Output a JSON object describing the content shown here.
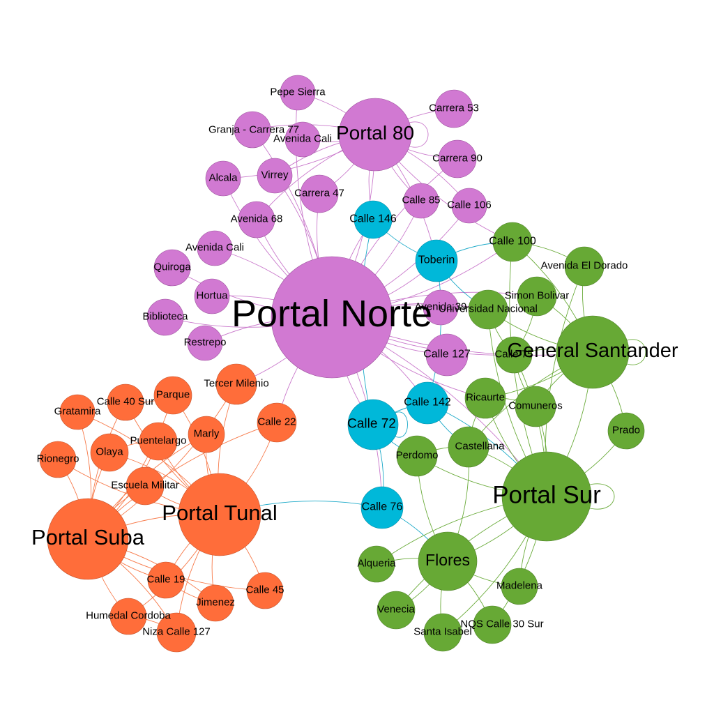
{
  "graph": {
    "groups": {
      "purple": {
        "fill": "#D179D2",
        "stroke": "#9a4f9b",
        "edge": "#C978CB"
      },
      "cyan": {
        "fill": "#00B8D9",
        "stroke": "#0089a3",
        "edge": "#1BA9C8"
      },
      "green": {
        "fill": "#67A935",
        "stroke": "#4c7f26",
        "edge": "#6AAB3A"
      },
      "orange": {
        "fill": "#FF6D3A",
        "stroke": "#c4512a",
        "edge": "#F77A4A"
      }
    },
    "nodes": [
      {
        "id": "portal_norte",
        "label": "Portal Norte",
        "group": "purple"
      },
      {
        "id": "portal_80",
        "label": "Portal 80",
        "group": "purple"
      },
      {
        "id": "pepe_sierra",
        "label": "Pepe Sierra",
        "group": "purple"
      },
      {
        "id": "carrera_53",
        "label": "Carrera 53",
        "group": "purple"
      },
      {
        "id": "granja_77",
        "label": "Granja - Carrera 77",
        "group": "purple"
      },
      {
        "id": "avenida_cali_top",
        "label": "Avenida  Cali",
        "group": "purple"
      },
      {
        "id": "carrera_90",
        "label": "Carrera 90",
        "group": "purple"
      },
      {
        "id": "alcala",
        "label": "Alcala",
        "group": "purple"
      },
      {
        "id": "virrey",
        "label": "Virrey",
        "group": "purple"
      },
      {
        "id": "carrera_47",
        "label": "Carrera 47",
        "group": "purple"
      },
      {
        "id": "calle_85",
        "label": "Calle 85",
        "group": "purple"
      },
      {
        "id": "calle_106",
        "label": "Calle 106",
        "group": "purple"
      },
      {
        "id": "avenida_68",
        "label": "Avenida 68",
        "group": "purple"
      },
      {
        "id": "avenida_cali",
        "label": "Avenida Cali",
        "group": "purple"
      },
      {
        "id": "quiroga",
        "label": "Quiroga",
        "group": "purple"
      },
      {
        "id": "hortua",
        "label": "Hortua",
        "group": "purple"
      },
      {
        "id": "biblioteca",
        "label": "Biblioteca",
        "group": "purple"
      },
      {
        "id": "restrepo",
        "label": "Restrepo",
        "group": "purple"
      },
      {
        "id": "avenida_39",
        "label": "Avenida 39",
        "group": "purple"
      },
      {
        "id": "calle_127",
        "label": "Calle 127",
        "group": "purple"
      },
      {
        "id": "calle_146",
        "label": "Calle 146",
        "group": "cyan"
      },
      {
        "id": "toberin",
        "label": "Toberin",
        "group": "cyan"
      },
      {
        "id": "calle_142",
        "label": "Calle 142",
        "group": "cyan"
      },
      {
        "id": "calle_72",
        "label": "Calle 72",
        "group": "cyan"
      },
      {
        "id": "calle_76",
        "label": "Calle 76",
        "group": "cyan"
      },
      {
        "id": "calle_100",
        "label": "Calle 100",
        "group": "green"
      },
      {
        "id": "avenida_el_dorado",
        "label": "Avenida El Dorado",
        "group": "green"
      },
      {
        "id": "simon_bolivar",
        "label": "Simon Bolivar",
        "group": "green"
      },
      {
        "id": "universidad_nacional",
        "label": "Universidad Nacional",
        "group": "green"
      },
      {
        "id": "general_santander",
        "label": "General Santander",
        "group": "green"
      },
      {
        "id": "calle_75",
        "label": "Calle 75",
        "group": "green"
      },
      {
        "id": "ricaurte",
        "label": "Ricaurte",
        "group": "green"
      },
      {
        "id": "comuneros",
        "label": "Comuneros",
        "group": "green"
      },
      {
        "id": "prado",
        "label": "Prado",
        "group": "green"
      },
      {
        "id": "castellana",
        "label": "Castellana",
        "group": "green"
      },
      {
        "id": "perdomo",
        "label": "Perdomo",
        "group": "green"
      },
      {
        "id": "portal_sur",
        "label": "Portal Sur",
        "group": "green"
      },
      {
        "id": "flores",
        "label": "Flores",
        "group": "green"
      },
      {
        "id": "alqueria",
        "label": "Alqueria",
        "group": "green"
      },
      {
        "id": "madelena",
        "label": "Madelena",
        "group": "green"
      },
      {
        "id": "venecia",
        "label": "Venecia",
        "group": "green"
      },
      {
        "id": "nqs_calle_30",
        "label": "NQS Calle 30 Sur",
        "group": "green"
      },
      {
        "id": "santa_isabel",
        "label": "Santa Isabel",
        "group": "green"
      },
      {
        "id": "tercer_milenio",
        "label": "Tercer Milenio",
        "group": "orange"
      },
      {
        "id": "parque",
        "label": "Parque",
        "group": "orange"
      },
      {
        "id": "calle_40_sur",
        "label": "Calle 40 Sur",
        "group": "orange"
      },
      {
        "id": "gratamira",
        "label": "Gratamira",
        "group": "orange"
      },
      {
        "id": "calle_22",
        "label": "Calle 22",
        "group": "orange"
      },
      {
        "id": "marly",
        "label": "Marly",
        "group": "orange"
      },
      {
        "id": "puentelargo",
        "label": "Puentelargo",
        "group": "orange"
      },
      {
        "id": "olaya",
        "label": "Olaya",
        "group": "orange"
      },
      {
        "id": "rionegro",
        "label": "Rionegro",
        "group": "orange"
      },
      {
        "id": "escuela_militar",
        "label": "Escuela Militar",
        "group": "orange"
      },
      {
        "id": "portal_tunal",
        "label": "Portal Tunal",
        "group": "orange"
      },
      {
        "id": "portal_suba",
        "label": "Portal Suba",
        "group": "orange"
      },
      {
        "id": "calle_19",
        "label": "Calle 19",
        "group": "orange"
      },
      {
        "id": "calle_45",
        "label": "Calle 45",
        "group": "orange"
      },
      {
        "id": "jimenez",
        "label": "Jimenez",
        "group": "orange"
      },
      {
        "id": "humedal_cordoba",
        "label": "Humedal Cordoba",
        "group": "orange"
      },
      {
        "id": "niza_127",
        "label": "Niza Calle 127",
        "group": "orange"
      }
    ],
    "edges": [
      [
        "portal_80",
        "pepe_sierra"
      ],
      [
        "portal_80",
        "carrera_53"
      ],
      [
        "portal_80",
        "granja_77"
      ],
      [
        "portal_80",
        "avenida_cali_top"
      ],
      [
        "portal_80",
        "carrera_90"
      ],
      [
        "portal_80",
        "alcala"
      ],
      [
        "portal_80",
        "virrey"
      ],
      [
        "portal_80",
        "carrera_47"
      ],
      [
        "portal_80",
        "calle_85"
      ],
      [
        "portal_80",
        "calle_106"
      ],
      [
        "portal_80",
        "avenida_68"
      ],
      [
        "portal_80",
        "portal_norte"
      ],
      [
        "portal_80",
        "calle_146"
      ],
      [
        "portal_80",
        "toberin"
      ],
      [
        "portal_80",
        "calle_100"
      ],
      [
        "portal_norte",
        "avenida_68"
      ],
      [
        "portal_norte",
        "avenida_cali"
      ],
      [
        "portal_norte",
        "quiroga"
      ],
      [
        "portal_norte",
        "hortua"
      ],
      [
        "portal_norte",
        "biblioteca"
      ],
      [
        "portal_norte",
        "restrepo"
      ],
      [
        "portal_norte",
        "alcala"
      ],
      [
        "portal_norte",
        "virrey"
      ],
      [
        "portal_norte",
        "carrera_47"
      ],
      [
        "portal_norte",
        "granja_77"
      ],
      [
        "portal_norte",
        "pepe_sierra"
      ],
      [
        "portal_norte",
        "calle_85"
      ],
      [
        "portal_norte",
        "avenida_39"
      ],
      [
        "portal_norte",
        "calle_127"
      ],
      [
        "portal_norte",
        "calle_146"
      ],
      [
        "portal_norte",
        "toberin"
      ],
      [
        "portal_norte",
        "calle_142"
      ],
      [
        "portal_norte",
        "calle_72"
      ],
      [
        "portal_norte",
        "calle_76"
      ],
      [
        "portal_norte",
        "general_santander"
      ],
      [
        "portal_norte",
        "universidad_nacional"
      ],
      [
        "portal_norte",
        "calle_75"
      ],
      [
        "portal_norte",
        "tercer_milenio"
      ],
      [
        "portal_norte",
        "calle_22"
      ],
      [
        "portal_norte",
        "portal_sur"
      ],
      [
        "portal_norte",
        "ricaurte"
      ],
      [
        "portal_norte",
        "simon_bolivar"
      ],
      [
        "portal_norte",
        "calle_100"
      ],
      [
        "portal_norte",
        "carrera_90"
      ],
      [
        "portal_norte",
        "calle_106"
      ],
      [
        "toberin",
        "calle_100"
      ],
      [
        "toberin",
        "universidad_nacional"
      ],
      [
        "toberin",
        "calle_146"
      ],
      [
        "calle_146",
        "calle_72"
      ],
      [
        "calle_72",
        "calle_142"
      ],
      [
        "calle_142",
        "toberin"
      ],
      [
        "calle_72",
        "calle_76"
      ],
      [
        "calle_76",
        "portal_tunal"
      ],
      [
        "calle_76",
        "flores"
      ],
      [
        "calle_72",
        "perdomo"
      ],
      [
        "calle_142",
        "portal_sur"
      ],
      [
        "calle_142",
        "castellana"
      ],
      [
        "general_santander",
        "portal_sur"
      ],
      [
        "general_santander",
        "calle_100"
      ],
      [
        "general_santander",
        "avenida_el_dorado"
      ],
      [
        "general_santander",
        "simon_bolivar"
      ],
      [
        "general_santander",
        "prado"
      ],
      [
        "general_santander",
        "comuneros"
      ],
      [
        "general_santander",
        "ricaurte"
      ],
      [
        "general_santander",
        "calle_75"
      ],
      [
        "general_santander",
        "universidad_nacional"
      ],
      [
        "general_santander",
        "castellana"
      ],
      [
        "portal_sur",
        "calle_100"
      ],
      [
        "portal_sur",
        "prado"
      ],
      [
        "portal_sur",
        "flores"
      ],
      [
        "portal_sur",
        "madelena"
      ],
      [
        "portal_sur",
        "nqs_calle_30"
      ],
      [
        "portal_sur",
        "castellana"
      ],
      [
        "portal_sur",
        "perdomo"
      ],
      [
        "portal_sur",
        "comuneros"
      ],
      [
        "portal_sur",
        "ricaurte"
      ],
      [
        "portal_sur",
        "calle_75"
      ],
      [
        "portal_sur",
        "universidad_nacional"
      ],
      [
        "portal_sur",
        "venecia"
      ],
      [
        "portal_sur",
        "santa_isabel"
      ],
      [
        "portal_sur",
        "alqueria"
      ],
      [
        "portal_sur",
        "avenida_el_dorado"
      ],
      [
        "flores",
        "alqueria"
      ],
      [
        "flores",
        "venecia"
      ],
      [
        "flores",
        "santa_isabel"
      ],
      [
        "flores",
        "nqs_calle_30"
      ],
      [
        "flores",
        "madelena"
      ],
      [
        "flores",
        "perdomo"
      ],
      [
        "flores",
        "castellana"
      ],
      [
        "castellana",
        "ricaurte"
      ],
      [
        "castellana",
        "perdomo"
      ],
      [
        "ricaurte",
        "comuneros"
      ],
      [
        "calle_75",
        "comuneros"
      ],
      [
        "simon_bolivar",
        "calle_75"
      ],
      [
        "universidad_nacional",
        "calle_75"
      ],
      [
        "calle_100",
        "avenida_el_dorado"
      ],
      [
        "portal_tunal",
        "portal_suba"
      ],
      [
        "portal_tunal",
        "tercer_milenio"
      ],
      [
        "portal_tunal",
        "calle_22"
      ],
      [
        "portal_tunal",
        "marly"
      ],
      [
        "portal_tunal",
        "parque"
      ],
      [
        "portal_tunal",
        "puentelargo"
      ],
      [
        "portal_tunal",
        "olaya"
      ],
      [
        "portal_tunal",
        "escuela_militar"
      ],
      [
        "portal_tunal",
        "calle_19"
      ],
      [
        "portal_tunal",
        "calle_45"
      ],
      [
        "portal_tunal",
        "jimenez"
      ],
      [
        "portal_tunal",
        "humedal_cordoba"
      ],
      [
        "portal_tunal",
        "niza_127"
      ],
      [
        "portal_tunal",
        "calle_40_sur"
      ],
      [
        "portal_tunal",
        "gratamira"
      ],
      [
        "portal_tunal",
        "rionegro"
      ],
      [
        "portal_suba",
        "gratamira"
      ],
      [
        "portal_suba",
        "calle_40_sur"
      ],
      [
        "portal_suba",
        "rionegro"
      ],
      [
        "portal_suba",
        "olaya"
      ],
      [
        "portal_suba",
        "puentelargo"
      ],
      [
        "portal_suba",
        "escuela_militar"
      ],
      [
        "portal_suba",
        "parque"
      ],
      [
        "portal_suba",
        "marly"
      ],
      [
        "portal_suba",
        "calle_19"
      ],
      [
        "portal_suba",
        "jimenez"
      ],
      [
        "portal_suba",
        "humedal_cordoba"
      ],
      [
        "portal_suba",
        "niza_127"
      ],
      [
        "portal_suba",
        "tercer_milenio"
      ],
      [
        "portal_suba",
        "calle_22"
      ],
      [
        "portal_suba",
        "calle_45"
      ],
      [
        "olaya",
        "puentelargo"
      ],
      [
        "calle_40_sur",
        "parque"
      ],
      [
        "humedal_cordoba",
        "niza_127"
      ],
      [
        "calle_19",
        "jimenez"
      ]
    ]
  }
}
